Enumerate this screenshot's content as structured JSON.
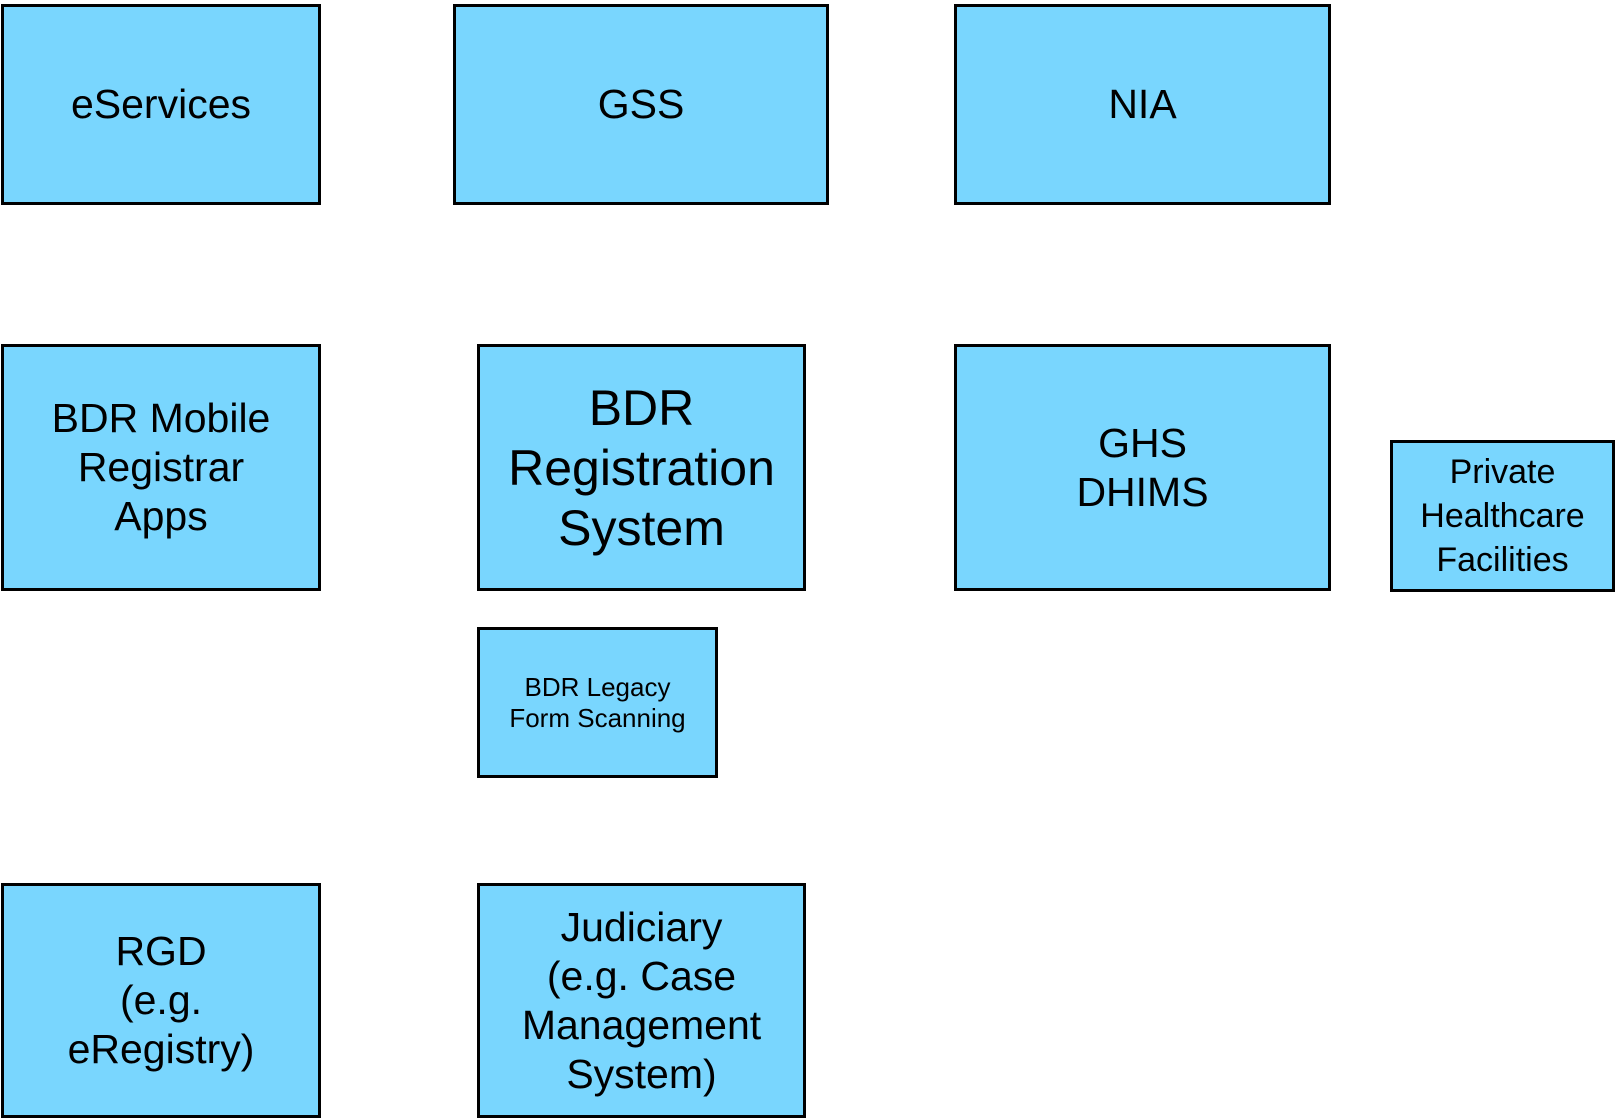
{
  "nodes": {
    "eservices": {
      "label": "eServices"
    },
    "gss": {
      "label": "GSS"
    },
    "nia": {
      "label": "NIA"
    },
    "bdr_mobile": {
      "label": "BDR Mobile\nRegistrar\nApps"
    },
    "bdr_registration": {
      "label": "BDR\nRegistration\nSystem"
    },
    "ghs_dhims": {
      "label": "GHS\nDHIMS"
    },
    "private_healthcare": {
      "label": "Private\nHealthcare\nFacilities"
    },
    "bdr_legacy": {
      "label": "BDR Legacy\nForm Scanning"
    },
    "rgd": {
      "label": "RGD\n(e.g.\neRegistry)"
    },
    "judiciary": {
      "label": "Judiciary\n(e.g. Case\nManagement\nSystem)"
    }
  },
  "colors": {
    "box_fill": "#79d6fe",
    "box_border": "#000000",
    "text": "#000000",
    "background": "#ffffff"
  }
}
